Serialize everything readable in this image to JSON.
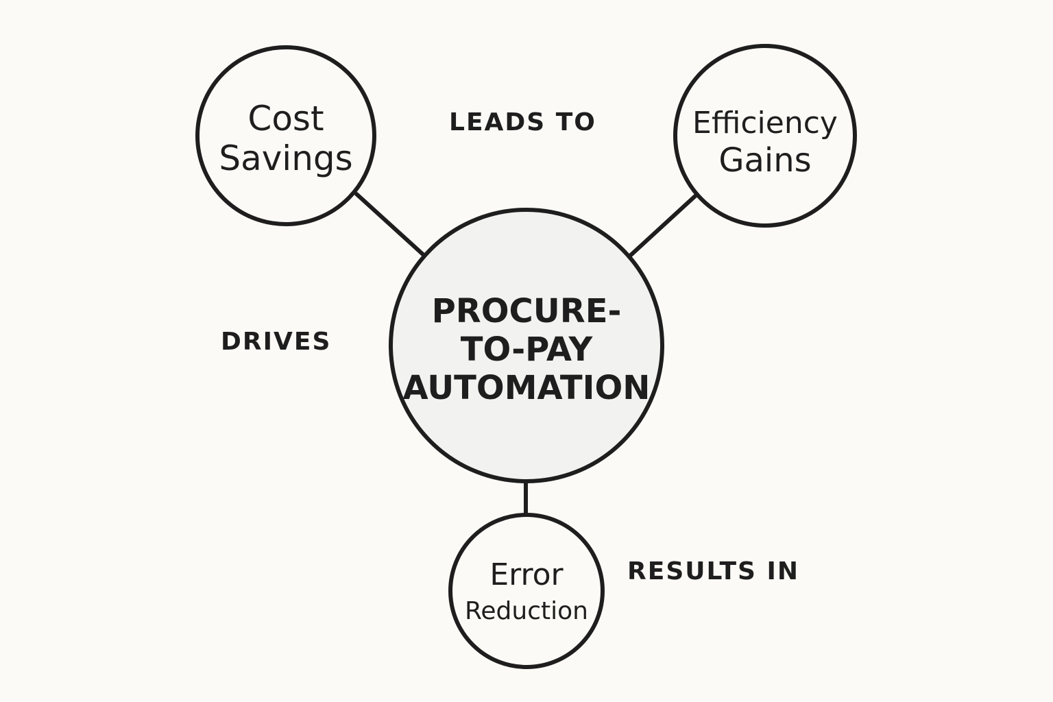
{
  "diagram": {
    "colors": {
      "background": "#fbfaf6",
      "stroke": "#1e1e1e",
      "center_fill": "#f2f3f1",
      "node_fill": "#fbfaf6"
    },
    "center": {
      "lines": [
        "PROCURE-",
        "TO-PAY",
        "AUTOMATION"
      ]
    },
    "nodes": {
      "cost_savings": {
        "lines": [
          "Cost",
          "Savings"
        ]
      },
      "efficiency_gains": {
        "lines": [
          "Efficiency",
          "Gains"
        ]
      },
      "error_reduction": {
        "lines": [
          "Error",
          "Reduction"
        ]
      }
    },
    "relations": {
      "leads_to": "LEADS TO",
      "drives": "DRIVES",
      "results_in": "RESULTS IN"
    }
  }
}
